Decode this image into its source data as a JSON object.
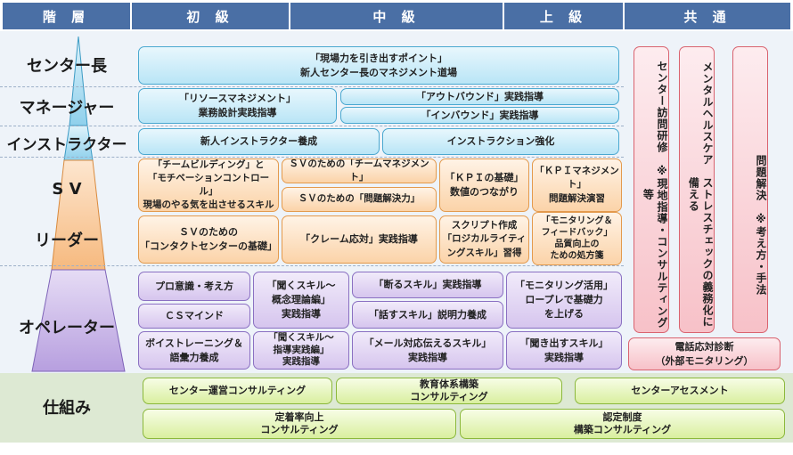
{
  "header": [
    "階 層",
    "初 級",
    "中 級",
    "上 級",
    "共 通"
  ],
  "levels": [
    "センター長",
    "マネージャー",
    "インストラクター",
    "S V",
    "リーダー",
    "オペレーター",
    "仕組み"
  ],
  "colors": {
    "header": "#4a6fa5",
    "blue": "#b9e5f6",
    "orange": "#fbd3a8",
    "purple": "#d6c5ee",
    "green": "#d9ef9f",
    "pink": "#f7c1c8"
  },
  "programs": {
    "center_chief": "「現場力を引き出すポイント」\n新人センター長のマネジメント道場",
    "resource": "「リソースマネジメント」\n業務設計実践指導",
    "outbound": "「アウトバウンド」実践指導",
    "inbound": "「インバウンド」実践指導",
    "new_instructor": "新人インストラクター養成",
    "instruction": "インストラクション強化",
    "team_building": "「チームビルディング」と\n「モチベーションコントロール」\n現場のやる気を出させるスキル",
    "sv_team": "ＳＶのための「チームマネジメント」",
    "sv_problem": "ＳＶのための「問題解決力」",
    "kpi_basic": "「ＫＰＩの基礎」\n数値のつながり",
    "kpi_mgmt": "「ＫＰＩマネジメント」\n問題解決演習",
    "sv_contact": "ＳＶのための\n「コンタクトセンターの基礎」",
    "claim": "「クレーム応対」実践指導",
    "script": "スクリプト作成\n「ロジカルライティ\nングスキル」習得",
    "monitoring_fb": "「モニタリング＆\nフィードバック」\n品質向上の\nための処方箋",
    "pro": "プロ意識・考え方",
    "cs_mind": "ＣＳマインド",
    "listen_theory": "「聞くスキル～\n概念理論編」\n実践指導",
    "refuse": "「断るスキル」実践指導",
    "speak": "「話すスキル」説明力養成",
    "monitoring_use": "「モニタリング活用」\nロープレで基礎力\nを上げる",
    "voice": "ボイストレーニング＆\n語彙力養成",
    "listen_practice": "「聞くスキル～\n指導実践編」\n実践指導",
    "mail": "「メール対応伝えるスキル」\n実践指導",
    "draw_out": "「聞き出すスキル」\n実践指導",
    "visit": "センター訪問研修　※現地指導・コンサルティング等",
    "mental": "メンタルヘルスケア　ストレスチェックの義務化に備える",
    "problem_solving": "問題解決　※考え方・手法",
    "phone_diag": "電話応対診断\n（外部モニタリング）",
    "center_consult": "センター運営コンサルティング",
    "edu_consult": "教育体系構築\nコンサルティング",
    "assessment": "センターアセスメント",
    "retention": "定着率向上\nコンサルティング",
    "certification": "認定制度\n構築コンサルティング"
  }
}
